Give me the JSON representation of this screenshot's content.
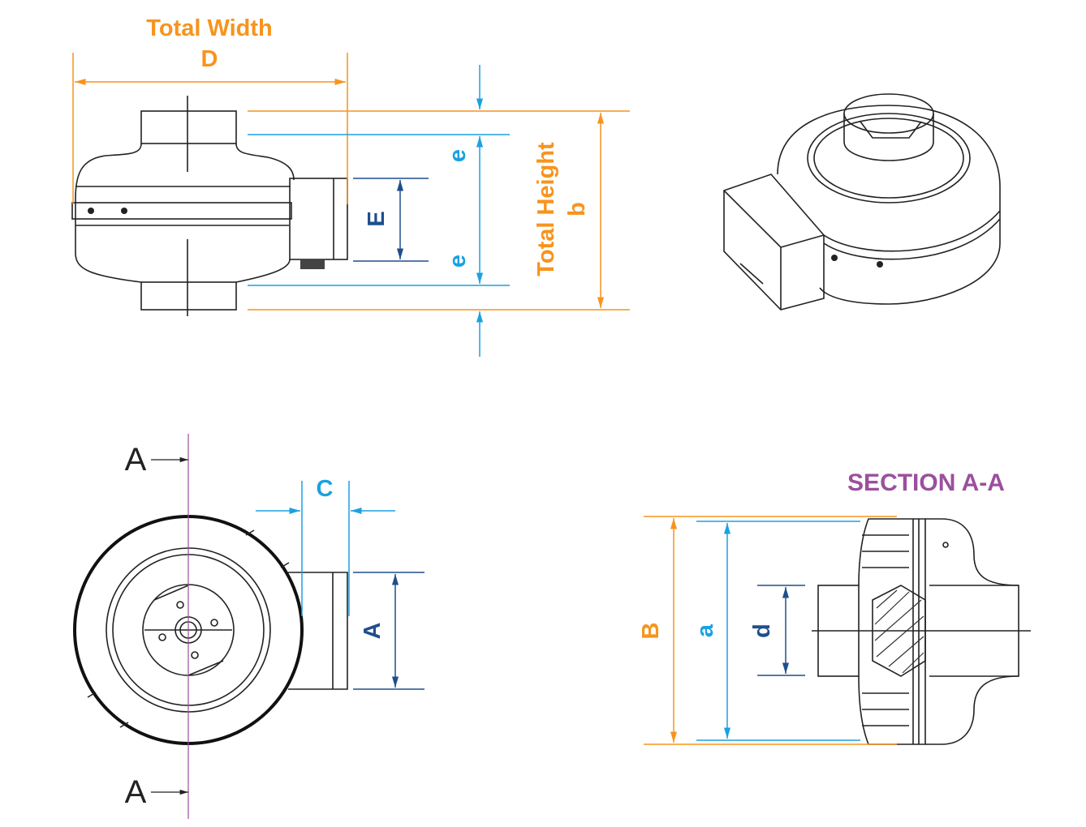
{
  "colors": {
    "orange": "#F7941D",
    "light_blue": "#1BA1E2",
    "dark_blue": "#1F4E8C",
    "purple": "#9B4F9E",
    "line": "#222222"
  },
  "side_view": {
    "total_width_label": "Total Width",
    "width_symbol": "D",
    "total_height_label": "Total Height",
    "height_symbol": "b",
    "e_top": "e",
    "e_bottom": "e",
    "box_height_symbol": "E"
  },
  "front_view": {
    "section_marker_top": "A",
    "section_marker_bottom": "A",
    "box_depth_symbol": "C",
    "box_height_symbol": "A"
  },
  "section_view": {
    "title": "SECTION A-A",
    "outer_symbol": "B",
    "inner_symbol": "a",
    "hub_symbol": "d"
  }
}
